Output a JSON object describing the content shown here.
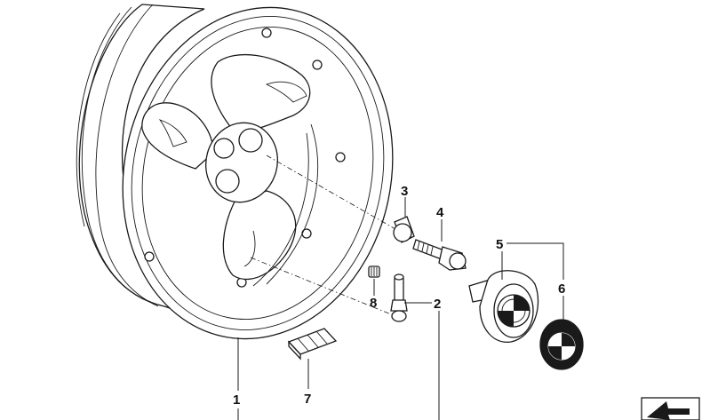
{
  "callouts": [
    {
      "number": "1"
    },
    {
      "number": "2"
    },
    {
      "number": "3"
    },
    {
      "number": "4"
    },
    {
      "number": "5"
    },
    {
      "number": "6"
    },
    {
      "number": "7"
    },
    {
      "number": "8"
    }
  ],
  "colors": {
    "ink": "#1a1a1a",
    "background": "#ffffff"
  },
  "icons": [
    "wheel-rim",
    "tire",
    "valve-cap",
    "valve-stem",
    "wheel-bolt",
    "bolt-cap",
    "hub-cap",
    "emblem-badge",
    "balance-weight",
    "nav-arrow-icon"
  ]
}
